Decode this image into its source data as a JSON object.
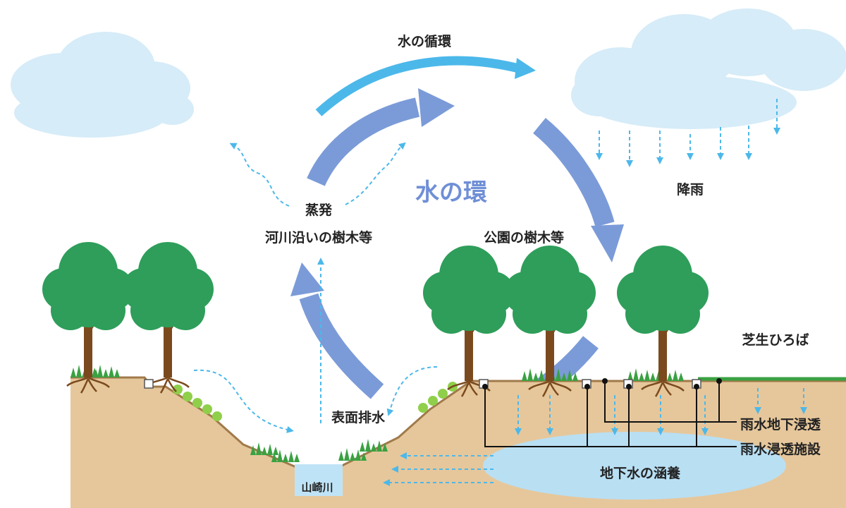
{
  "labels": {
    "water_cycle": "水の循環",
    "water_ring": "水の環",
    "evaporation": "蒸発",
    "riverside_trees": "河川沿いの樹木等",
    "park_trees": "公園の樹木等",
    "rainfall": "降雨",
    "lawn_plaza": "芝生ひろば",
    "surface_drainage": "表面排水",
    "rain_underground_infiltration": "雨水地下浸透",
    "rain_infiltration_facility": "雨水浸透施設",
    "groundwater_recharge": "地下水の涵養",
    "yamazaki_river": "山崎川"
  },
  "colors": {
    "sky_arrow": "#4cb8ea",
    "ring_arrow": "#7b9bd8",
    "dashed_flow": "#4cb8ea",
    "cloud": "#d6ecf8",
    "soil": "#e6c79b",
    "soil_edge": "#a07a4a",
    "tree_foliage": "#2e9e5a",
    "trunk": "#7a4a1e",
    "grass": "#3aa142",
    "groundwater": "#b9dff3",
    "river": "#bfe3f6",
    "ring_text": "#6f8fd6"
  }
}
